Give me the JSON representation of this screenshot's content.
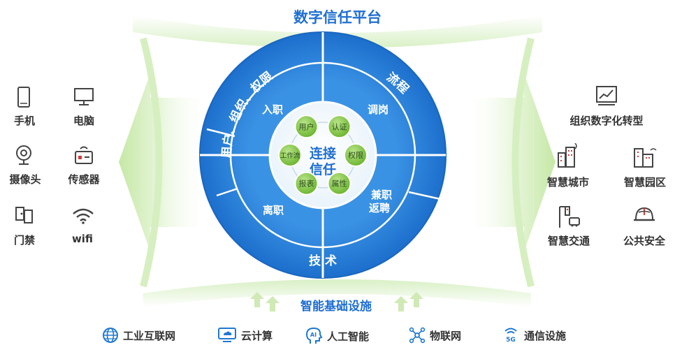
{
  "title": "数字信任平台",
  "infrastructure": {
    "title": "智能基础设施",
    "items": [
      {
        "label": "工业互联网",
        "icon": "globe-icon"
      },
      {
        "label": "云计算",
        "icon": "cloud-monitor-icon"
      },
      {
        "label": "人工智能",
        "icon": "ai-head-icon"
      },
      {
        "label": "物联网",
        "icon": "iot-network-icon"
      },
      {
        "label": "通信设施",
        "icon": "5g-signal-icon"
      }
    ]
  },
  "devices": [
    {
      "label": "手机",
      "icon": "phone-icon"
    },
    {
      "label": "电脑",
      "icon": "computer-icon"
    },
    {
      "label": "摄像头",
      "icon": "camera-icon"
    },
    {
      "label": "传感器",
      "icon": "sensor-icon"
    },
    {
      "label": "门禁",
      "icon": "access-control-icon"
    },
    {
      "label": "wifi",
      "icon": "wifi-icon"
    }
  ],
  "applications": {
    "top": {
      "label": "组织数字化转型",
      "icon": "trend-chart-icon"
    },
    "items": [
      {
        "label": "智慧城市",
        "icon": "city-icon"
      },
      {
        "label": "智慧园区",
        "icon": "park-icon"
      },
      {
        "label": "智慧交通",
        "icon": "traffic-icon"
      },
      {
        "label": "公共安全",
        "icon": "safety-helmet-icon"
      }
    ]
  },
  "ring": {
    "outer_labels": {
      "left": "用户、组织、权限",
      "right": "流程",
      "bottom": "技 术"
    },
    "quadrants": {
      "top_left": "入职",
      "top_right": "调岗",
      "bottom_left": "离职",
      "bottom_right_line1": "兼职",
      "bottom_right_line2": "返聘"
    },
    "center_line1": "连接",
    "center_line2": "信任",
    "nodes": [
      "用户",
      "认证",
      "权限",
      "属性",
      "报表",
      "工作流"
    ]
  },
  "colors": {
    "primary_blue": "#1f78d1",
    "light_blue": "#5aa9ec",
    "green": "#7cc53a",
    "text_dark": "#333333"
  }
}
